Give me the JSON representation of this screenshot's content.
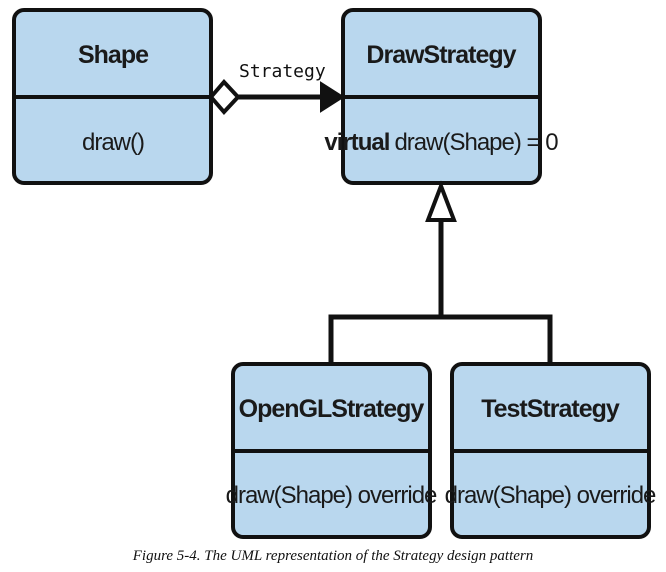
{
  "classes": {
    "shape": {
      "name": "Shape",
      "member": "draw()"
    },
    "draw_strategy": {
      "name": "DrawStrategy",
      "member_keyword": "virtual",
      "member_rest": "draw(Shape) = 0"
    },
    "opengl_strategy": {
      "name": "OpenGLStrategy",
      "member": "draw(Shape) override"
    },
    "test_strategy": {
      "name": "TestStrategy",
      "member": "draw(Shape) override"
    }
  },
  "association": {
    "label": "Strategy"
  },
  "caption": "Figure 5-4. The UML representation of the Strategy design pattern",
  "colors": {
    "box_fill": "#b9d7ee",
    "stroke": "#111111"
  }
}
